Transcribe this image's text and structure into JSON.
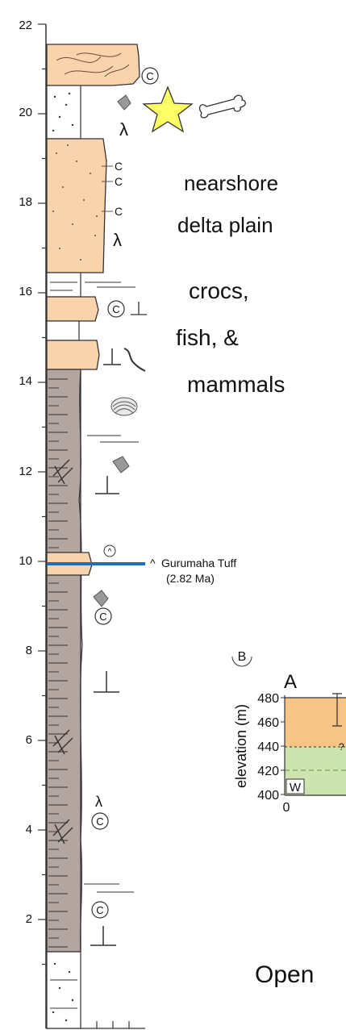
{
  "column": {
    "y_axis": {
      "ticks": [
        {
          "value": 22,
          "label": "22"
        },
        {
          "value": 20,
          "label": "20"
        },
        {
          "value": 18,
          "label": "18"
        },
        {
          "value": 16,
          "label": "16"
        },
        {
          "value": 14,
          "label": "14"
        },
        {
          "value": 12,
          "label": "12"
        },
        {
          "value": 10,
          "label": "10"
        },
        {
          "value": 8,
          "label": "8"
        },
        {
          "value": 6,
          "label": "6"
        },
        {
          "value": 4,
          "label": "4"
        },
        {
          "value": 2,
          "label": "2"
        }
      ]
    },
    "colors": {
      "sand": "#f8d3ac",
      "mud": "#b3a59f",
      "tuff_line": "#1f6fbf",
      "star": "#ffff66"
    },
    "tuff_label": "Gurumaha Tuff",
    "tuff_age": "(2.82 Ma)",
    "symbol_c": "C",
    "symbol_lambda": "λ",
    "symbol_hat": "^"
  },
  "annotations": {
    "env_line1": "nearshore",
    "env_line2": "delta plain",
    "fauna_line1": "crocs,",
    "fauna_line2": "fish, &",
    "fauna_line3": "mammals"
  },
  "inset": {
    "panel_label": "B",
    "section_label": "A",
    "y_label": "elevation (m)",
    "y_ticks": [
      "480",
      "460",
      "440",
      "420",
      "400"
    ],
    "x_tick": "0",
    "w_label": "W",
    "colors": {
      "orange": "#f6c585",
      "green": "#cde3b0"
    }
  },
  "footer_text": "Open"
}
